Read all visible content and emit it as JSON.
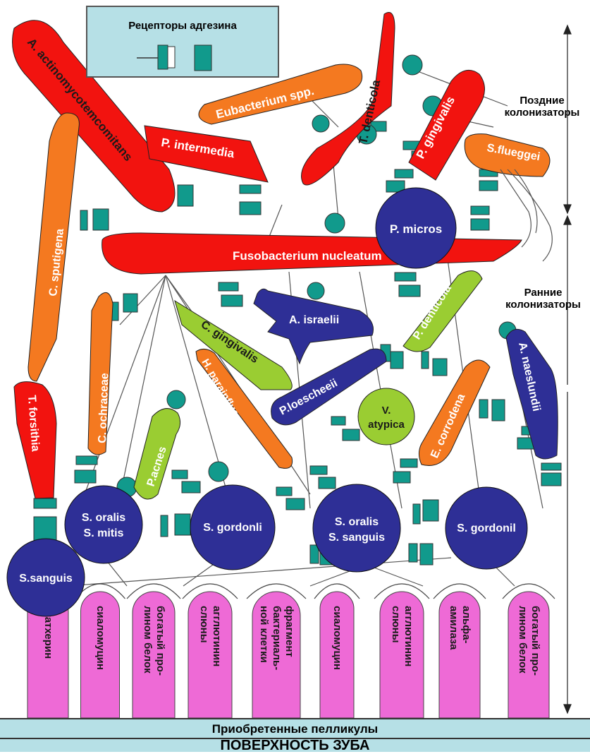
{
  "legend": {
    "title": "Рецепторы адгезина"
  },
  "late_colonizers_label": "Поздние колонизаторы",
  "early_colonizers_label": "Ранние колонизаторы",
  "pellicle_label": "Приобретенные пелликулы",
  "surface_label": "ПОВЕРХНОСТЬ ЗУБА",
  "colors": {
    "red": "#f2130f",
    "orange": "#f47920",
    "blue": "#2e2f96",
    "green": "#9acd32",
    "pink": "#ee6ad6",
    "teal": "#119a8c",
    "pale": "#b6e0e6"
  },
  "bacteria": {
    "a_actino": "A. actinomycotemcomitans",
    "eubacterium": "Eubacterium spp.",
    "p_intermedia": "P. intermedia",
    "t_denticola": "T. denticola",
    "p_gingivalis": "P. gingivalis",
    "s_flueggei": "S.flueggei",
    "c_sputigena": "C. sputigena",
    "fusobacterium": "Fusobacterium nucleatum",
    "p_micros": "P. micros",
    "c_ochracea": "C. ochraceae",
    "c_gingivalis": "C. gingivalis",
    "a_israelii": "A. israelii",
    "p_denticola": "P. denticola",
    "h_parainfluenzae": "H. parainfluenzae",
    "p_loescheii": "P.loescheeii",
    "a_naeslundii": "A. naeslundii",
    "e_corrodens": "E. corrodena",
    "v_atypica_1": "V.",
    "v_atypica_2": "atypica",
    "t_forsithia": "T. forsithia",
    "p_acnes": "P.acnes",
    "s_oralis_mitis_1": "S. oralis",
    "s_oralis_mitis_2": "S. mitis",
    "s_gordonii_1": "S. gordonli",
    "s_oralis_sanguis_1": "S. oralis",
    "s_oralis_sanguis_2": "S. sanguis",
    "s_gordonii_2": "S. gordonil",
    "s_sanguis": "S.sanguis"
  },
  "receptors": [
    [
      "статхерин"
    ],
    [
      "сиаломуцин"
    ],
    [
      "богатый про-",
      "лином белок"
    ],
    [
      "агглютинин",
      "слюны"
    ],
    [
      "фрагмент",
      "бактериаль-",
      "ной клетки"
    ],
    [
      "сиаломуцин"
    ],
    [
      "агглютинин",
      "слюны"
    ],
    [
      "альфа-",
      "амилаза"
    ],
    [
      "богатый про-",
      "лином белок"
    ]
  ]
}
